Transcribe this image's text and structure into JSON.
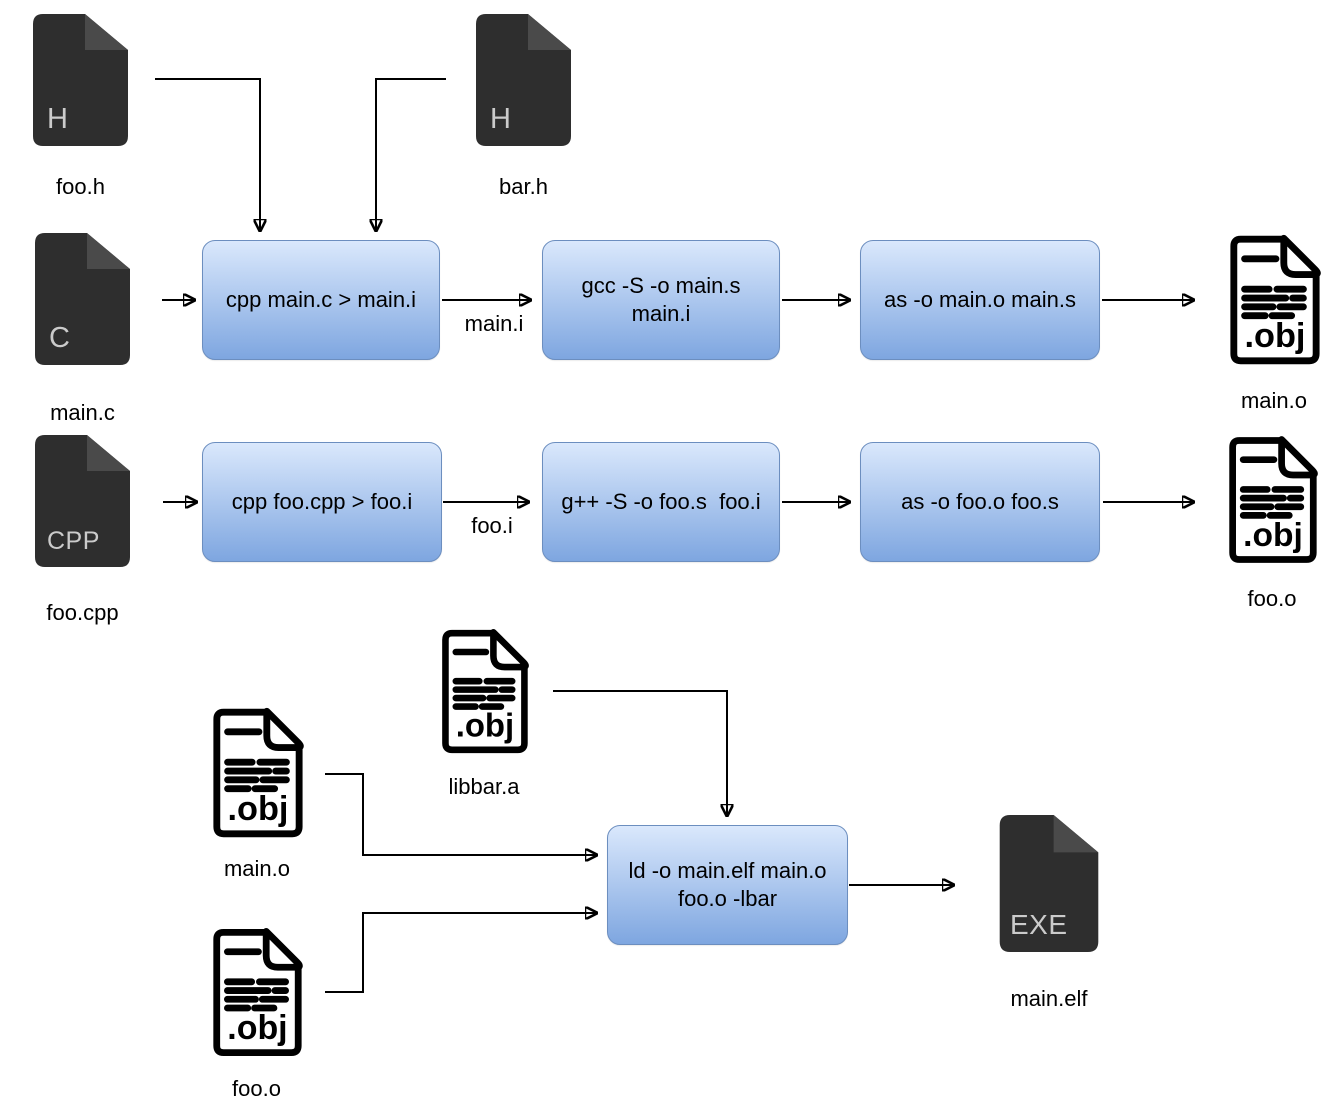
{
  "colors": {
    "box_fill_top": "#dae8fc",
    "box_fill_bottom": "#7ea6e0",
    "box_border": "#6c8ebf",
    "dark_icon": "#2e2e2e",
    "dark_icon_fold": "#4a4a4a",
    "icon_letter": "#cbcbcb",
    "ink": "#000000"
  },
  "icons": {
    "foo_h": {
      "badge": "H",
      "label": "foo.h"
    },
    "bar_h": {
      "badge": "H",
      "label": "bar.h"
    },
    "main_c": {
      "badge": "C",
      "label": "main.c"
    },
    "foo_cpp": {
      "badge": "CPP",
      "label": "foo.cpp"
    },
    "obj_main_row1": {
      "badge": ".obj",
      "label": "main.o"
    },
    "obj_foo_row2": {
      "badge": ".obj",
      "label": "foo.o"
    },
    "obj_main_link": {
      "badge": ".obj",
      "label": "main.o"
    },
    "obj_libbar": {
      "badge": ".obj",
      "label": "libbar.a"
    },
    "obj_foo_link": {
      "badge": ".obj",
      "label": "foo.o"
    },
    "exe_main_elf": {
      "badge": "EXE",
      "label": "main.elf"
    }
  },
  "boxes": {
    "cpp_main": {
      "text": "cpp main.c > main.i"
    },
    "gcc_main": {
      "line1": "gcc -S -o main.s",
      "line2": "main.i"
    },
    "as_main": {
      "text": "as -o main.o main.s"
    },
    "cpp_foo": {
      "text": "cpp foo.cpp > foo.i"
    },
    "gpp_foo": {
      "text": "g++ -S -o foo.s  foo.i"
    },
    "as_foo": {
      "text": "as -o foo.o foo.s"
    },
    "ld_link": {
      "line1": "ld -o main.elf main.o",
      "line2": "foo.o -lbar"
    }
  },
  "edge_labels": {
    "main_i": "main.i",
    "foo_i": "foo.i"
  }
}
